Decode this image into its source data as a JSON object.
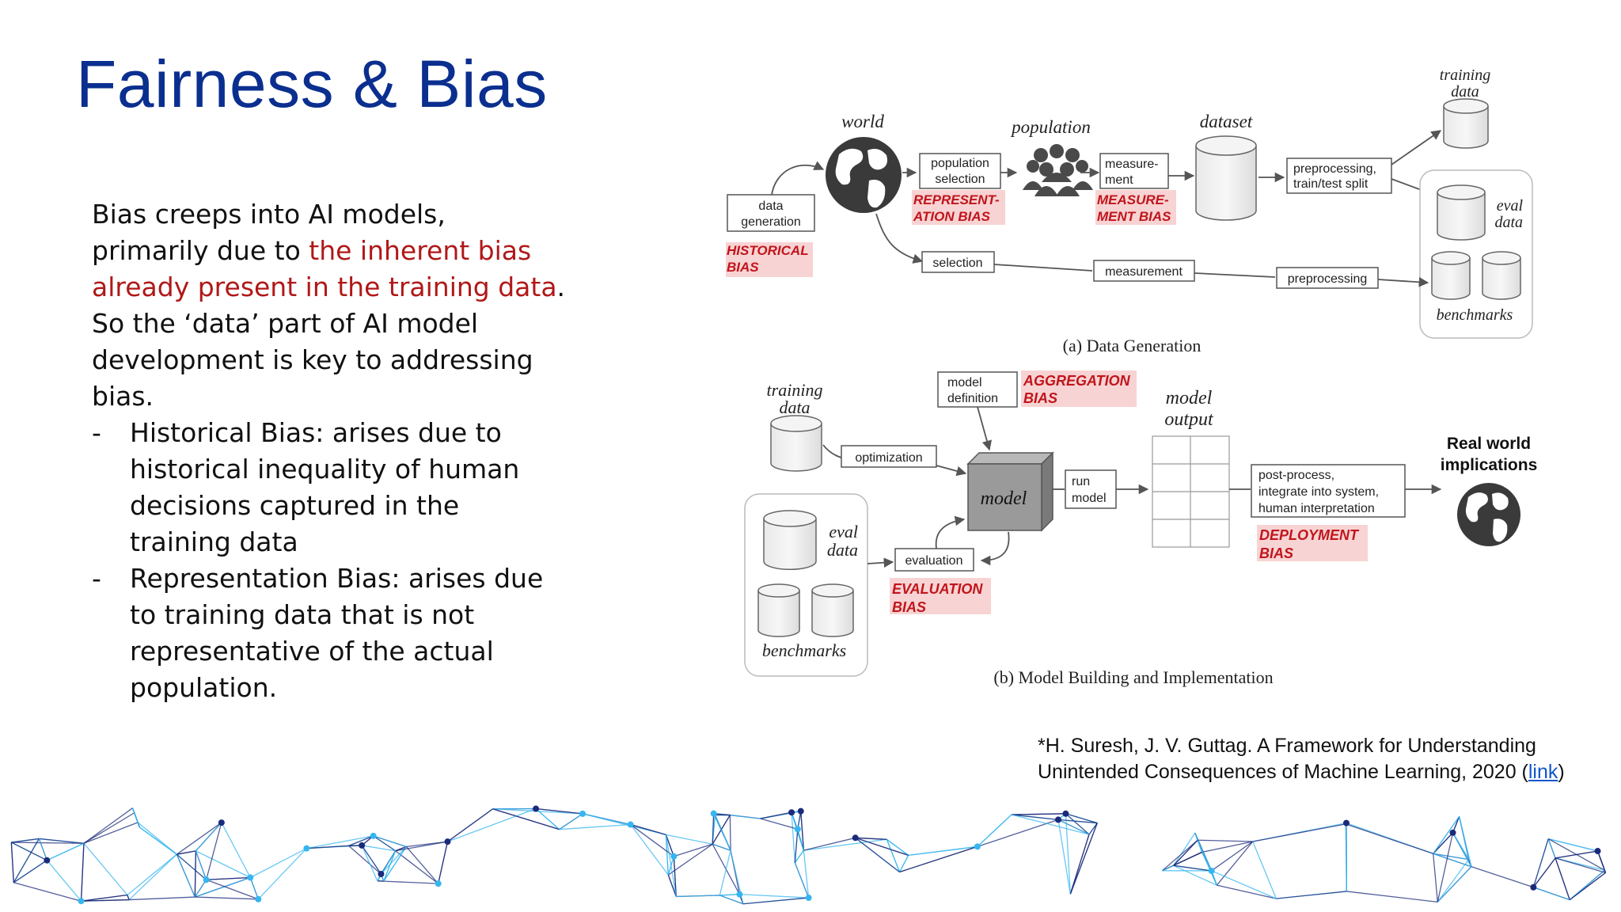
{
  "title": "Fairness & Bias",
  "body": {
    "intro_a": "Bias creeps into AI models, primarily due to ",
    "intro_highlight": "the inherent bias already present in the training data",
    "intro_b": ".",
    "line2": "So the ‘data’ part of AI model development is key to addressing bias.",
    "bullets": [
      {
        "dash": "-",
        "text": "Historical Bias: arises due to historical inequality of human decisions captured in the training data"
      },
      {
        "dash": "-",
        "text": "Representation Bias: arises due to training data that is not representative of the actual population."
      }
    ]
  },
  "diagram_a": {
    "caption": "(a) Data Generation",
    "world": "world",
    "population": "population",
    "dataset": "dataset",
    "training_data": [
      "training",
      "data"
    ],
    "eval_data": [
      "eval",
      "data"
    ],
    "benchmarks": "benchmarks",
    "data_generation": [
      "data",
      "generation"
    ],
    "population_selection": [
      "population",
      "selection"
    ],
    "measurement_box": [
      "measure-",
      "ment"
    ],
    "preprocessing_split": [
      "preprocessing,",
      "train/test split"
    ],
    "selection": "selection",
    "measurement": "measurement",
    "preprocessing": "preprocessing",
    "historical_bias": [
      "HISTORICAL",
      "BIAS"
    ],
    "representation_bias": [
      "REPRESENT-",
      "ATION  BIAS"
    ],
    "measurement_bias": [
      "MEASURE-",
      "MENT BIAS"
    ]
  },
  "diagram_b": {
    "caption": "(b) Model Building and Implementation",
    "training_data": [
      "training",
      "data"
    ],
    "model_definition": [
      "model",
      "definition"
    ],
    "aggregation_bias": [
      "AGGREGATION",
      "BIAS"
    ],
    "optimization": "optimization",
    "model": "model",
    "run_model": [
      "run",
      "model"
    ],
    "model_output": [
      "model",
      "output"
    ],
    "post_process": [
      "post-process,",
      "integrate into system,",
      "human interpretation"
    ],
    "real_world": [
      "Real world",
      "implications"
    ],
    "eval_data": [
      "eval",
      "data"
    ],
    "benchmarks": "benchmarks",
    "evaluation": "evaluation",
    "evaluation_bias": [
      "EVALUATION",
      "BIAS"
    ],
    "deployment_bias": [
      "DEPLOYMENT",
      "BIAS"
    ]
  },
  "reference": {
    "line1": "*H. Suresh, J. V. Guttag. A Framework for Understanding",
    "line2": "Unintended Consequences of Machine Learning, 2020  (",
    "link": "link",
    "close": ")"
  },
  "colors": {
    "title": "#0b2f8f",
    "highlight_text": "#b01818",
    "bias_label": "#c0151c",
    "bias_bg": "#f8d3d3",
    "network_dark": "#1a2a7a",
    "network_light": "#35b6f0"
  }
}
